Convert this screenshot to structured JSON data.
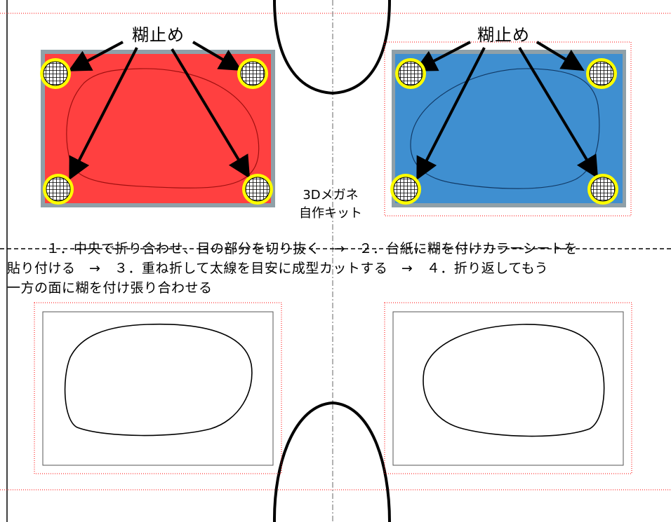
{
  "labels": {
    "paste_stop_left": "糊止め",
    "paste_stop_right": "糊止め"
  },
  "kit_title": {
    "line1": "3Dメガネ",
    "line2": "自作キット"
  },
  "instructions": {
    "line1": "１．中央で折り合わせ、目の部分を切り抜く　→　２．台紙に糊を付けカラーシートを",
    "line2": "貼り付ける　→　３．重ね折して太線を目安に成型カットする　→　４．折り返してもう",
    "line3": "一方の面に糊を付け張り合わせる"
  },
  "colors": {
    "left_lens": "#ff4040",
    "right_lens": "#3f8fd0",
    "frame_gray": "#8fa0a8",
    "marker_yellow": "#ffff00",
    "guide_red": "#ff0000"
  },
  "icons": {
    "paste_marker": "crosshatch-circle-icon"
  }
}
